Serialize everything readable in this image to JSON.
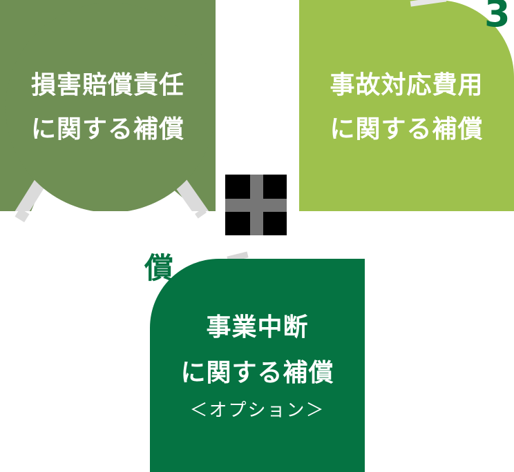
{
  "cards": [
    {
      "id": "liability",
      "lines": [
        "損害賠償責任",
        "に関する補償"
      ]
    },
    {
      "id": "accident-response",
      "lines": [
        "事故対応費用",
        "に関する補償"
      ]
    },
    {
      "id": "business-interruption",
      "lines": [
        "事業中断",
        "に関する補償"
      ],
      "note": "＜オプション＞"
    }
  ],
  "fragments": {
    "number": "3",
    "kanji": "償"
  },
  "colors": {
    "card_liability": "#6F8F54",
    "card_accident_response": "#9EC14D",
    "card_business_interruption": "#057342",
    "fragment_text": "#057342",
    "plus_square": "#000000",
    "plus_cross": "#767676",
    "ribbon_gray": "#DBDBDB",
    "card_text": "#ffffff",
    "background": "#ffffff"
  }
}
